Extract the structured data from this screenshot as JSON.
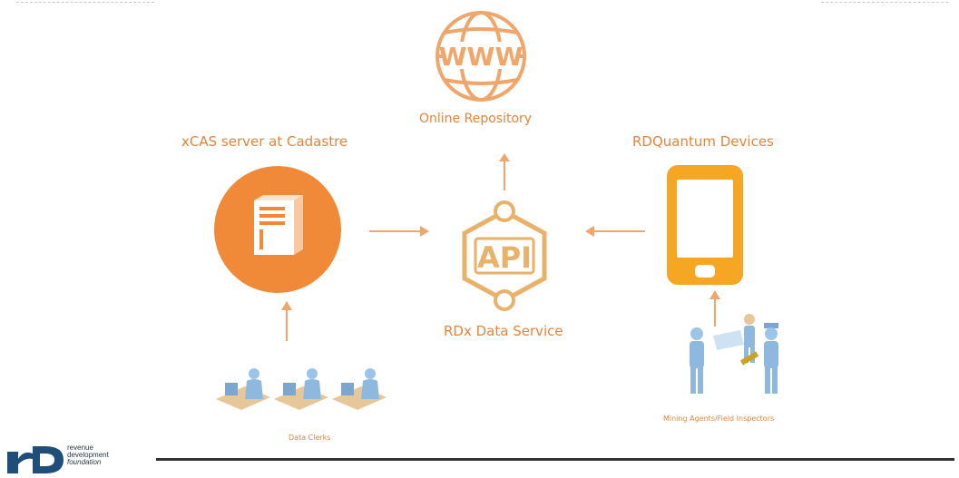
{
  "nodes": {
    "online_repository": {
      "label": "Online Repository",
      "icon_text": "WWW"
    },
    "xcas_server": {
      "label": "xCAS server at Cadastre"
    },
    "rdquantum": {
      "label": "RDQuantum Devices"
    },
    "rdx": {
      "label": "RDx Data Service",
      "icon_text": "API"
    },
    "data_clerks": {
      "label": "Data Clerks"
    },
    "mining_agents": {
      "label": "Mining Agents/Field Inspectors"
    }
  },
  "footer": {
    "logo_lines": [
      "revenue",
      "development",
      "foundation"
    ]
  },
  "colors": {
    "accent": "#e8843a",
    "accent_light": "#f0a66a",
    "api_gold": "#e9b26a",
    "phone": "#f5a623",
    "people": "#8fb8de",
    "logo": "#1f4e79"
  }
}
